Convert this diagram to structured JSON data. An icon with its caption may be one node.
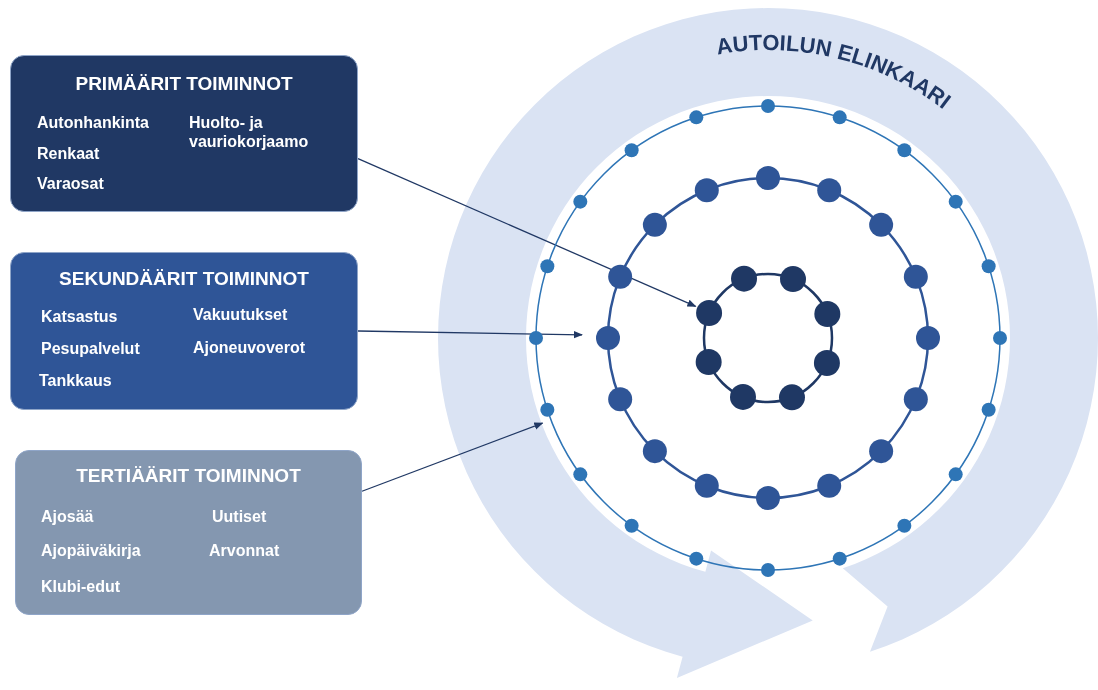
{
  "diagram": {
    "nodes": [
      {
        "text": [
          "PRIMÄÄRIT TOIMINNOT",
          "Autonhankinta",
          "Huolto- ja vauriokorjaamo",
          "Renkaat",
          "Varaosat"
        ]
      },
      {
        "text": [
          "SEKUNDÄÄRIT TOIMINNOT",
          "Katsastus",
          "Vakuutukset",
          "Pesupalvelut",
          "Ajoneuvoverot",
          "Tankkaus"
        ]
      },
      {
        "text": [
          "TERTIÄÄRIT TOIMINNOT",
          "Ajosää",
          "Uutiset",
          "Ajopäiväkirja",
          "Arvonnat",
          "Klubi-edut"
        ]
      },
      {
        "text": [],
        "shape": "circle"
      },
      {
        "text": [],
        "shape": "circle",
        "in": 3
      },
      {
        "text": [],
        "shape": "circle",
        "in": 4
      }
    ],
    "edges": [
      {
        "from": 0,
        "to": 5,
        "arrow": "to"
      },
      {
        "from": 1,
        "to": 4,
        "arrow": "to"
      },
      {
        "from": 2,
        "to": 3,
        "arrow": "to"
      }
    ],
    "labels": [
      "AUTOILUN ELINKAARI"
    ]
  }
}
